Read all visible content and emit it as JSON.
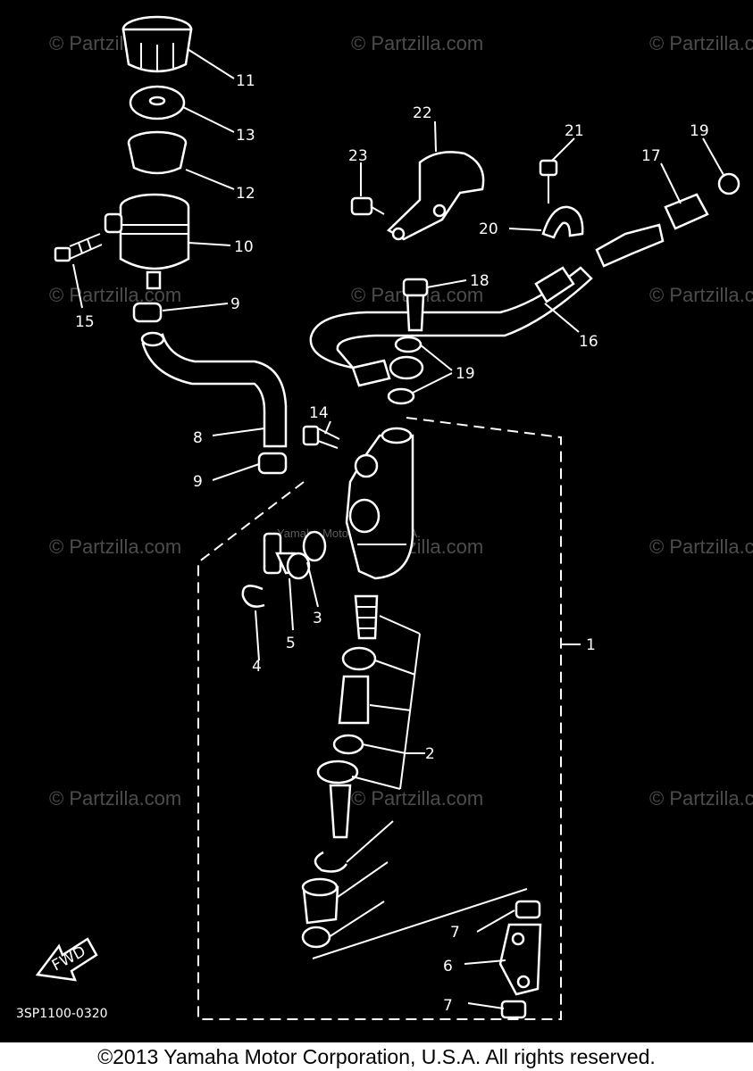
{
  "watermark": "© Partzilla.com",
  "center_note": "Yamaha Motor Corp, U.S.A.",
  "diagram_code": "3SP1100-0320",
  "fwd_label": "FWD",
  "copyright": "©2013 Yamaha Motor Corporation, U.S.A. All rights reserved.",
  "callouts": {
    "c1": "1",
    "c2": "2",
    "c3": "3",
    "c4": "4",
    "c5": "5",
    "c6": "6",
    "c7a": "7",
    "c7b": "7",
    "c8": "8",
    "c9a": "9",
    "c9b": "9",
    "c10": "10",
    "c11": "11",
    "c12": "12",
    "c13": "13",
    "c14": "14",
    "c15": "15",
    "c16": "16",
    "c17": "17",
    "c18": "18",
    "c19a": "19",
    "c19b": "19",
    "c20": "20",
    "c21": "21",
    "c22": "22",
    "c23": "23"
  }
}
